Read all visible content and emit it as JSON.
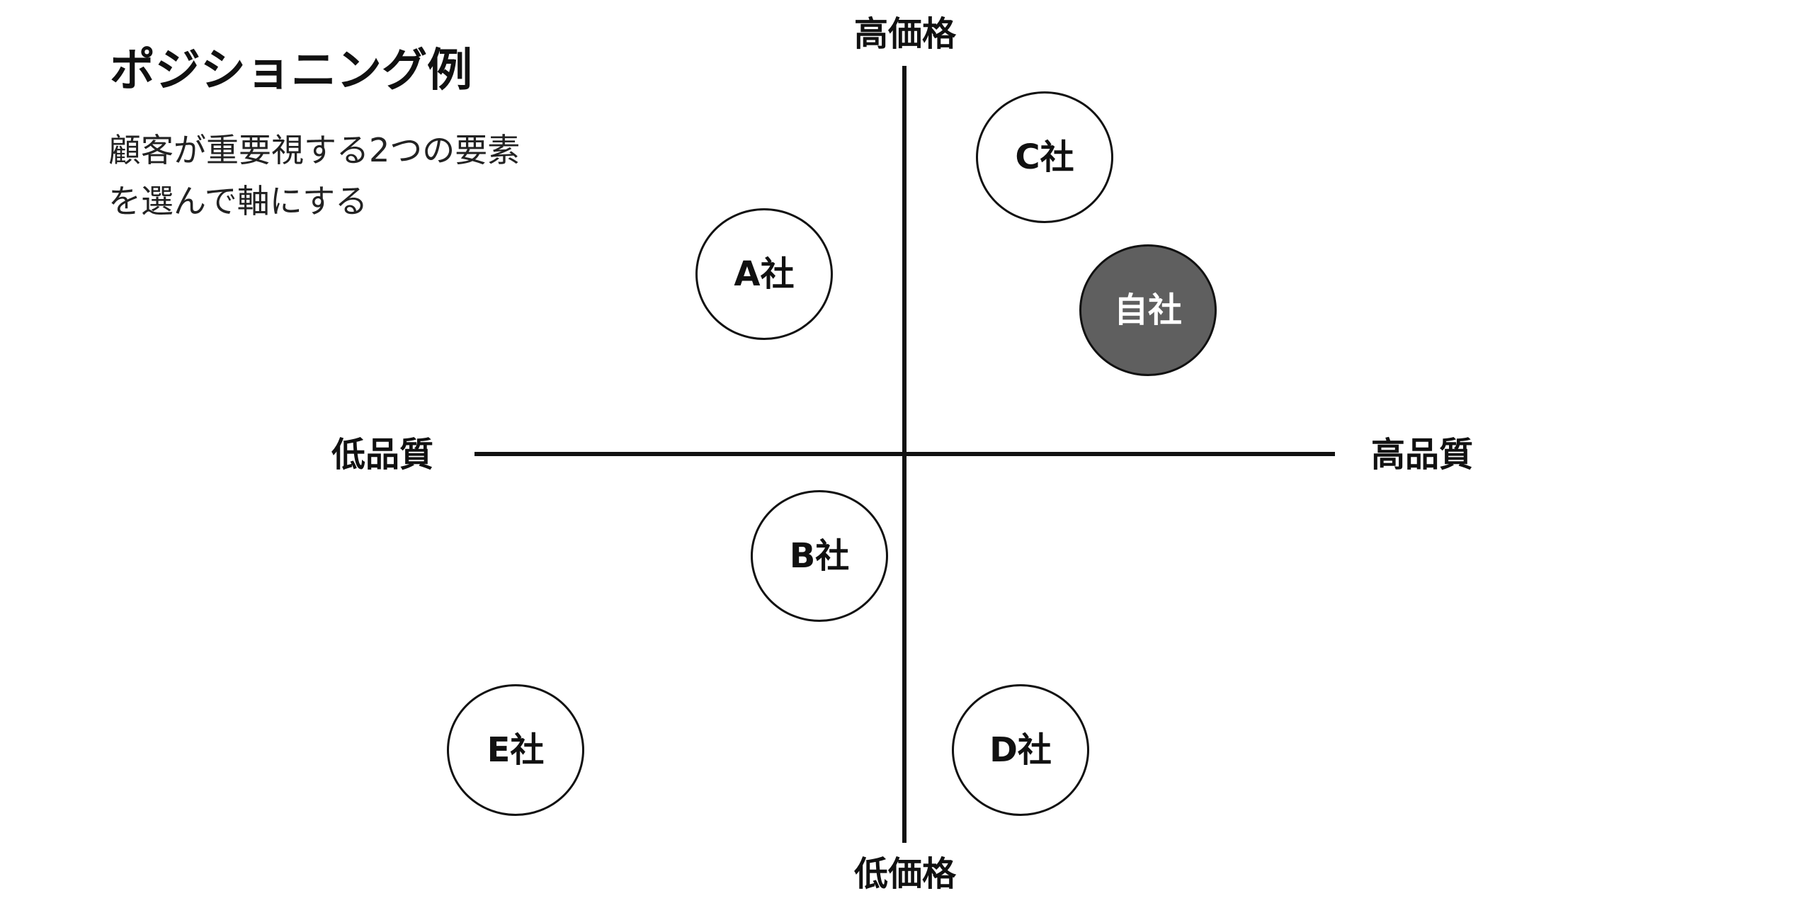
{
  "title": "ポジショニング例",
  "description": {
    "line1": "顧客が重要視する2つの要素",
    "line2": "を選んで軸にする"
  },
  "axes": {
    "y_top": "高価格",
    "y_bottom": "低価格",
    "x_left": "低品質",
    "x_right": "高品質"
  },
  "companies": [
    {
      "label": "C社"
    },
    {
      "label": "A社"
    },
    {
      "label": "自社",
      "highlight": true,
      "fill_color": "#5f5f5f"
    },
    {
      "label": "B社"
    },
    {
      "label": "E社"
    },
    {
      "label": "D社"
    }
  ]
}
